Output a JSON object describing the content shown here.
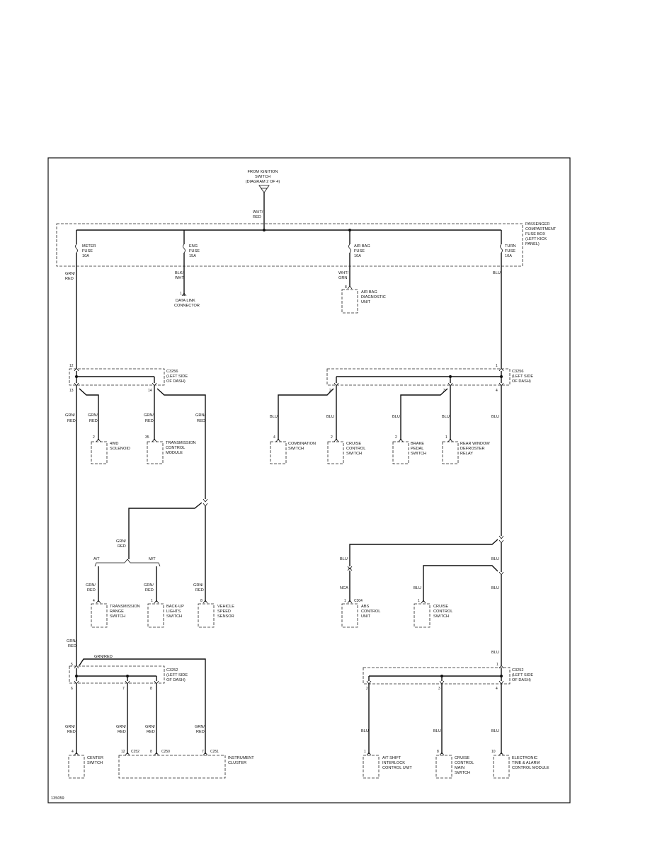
{
  "diagram_id": "135059",
  "source": {
    "line1": "FROM IGNITION",
    "line2": "SWITCH",
    "line3": "(DIAGRAM 2 OF 4)"
  },
  "source_wire": {
    "line1": "WHT/",
    "line2": "RED"
  },
  "fuse_box": {
    "line1": "PASSENGER",
    "line2": "COMPARTMENT",
    "line3": "FUSE BOX",
    "line4": "(LEFT KICK",
    "line5": "PANEL)"
  },
  "fuses": [
    {
      "line1": "METER",
      "line2": "FUSE",
      "line3": "10A",
      "wire1": "GRN/",
      "wire2": "RED"
    },
    {
      "line1": "ENG",
      "line2": "FUSE",
      "line3": "15A",
      "wire1": "BLK/",
      "wire2": "WHT"
    },
    {
      "line1": "AIR BAG",
      "line2": "FUSE",
      "line3": "10A",
      "wire1": "WHT/",
      "wire2": "GRN"
    },
    {
      "line1": "TURN",
      "line2": "FUSE",
      "line3": "10A",
      "wire1": "BLU",
      "wire2": ""
    }
  ],
  "connectors": {
    "c_left_top": {
      "name": "C3256",
      "line2": "(LEFT SIDE",
      "line3": "OF DASH)",
      "pin_in": "12",
      "pin_a": "13",
      "pin_b": "14"
    },
    "c_right_top": {
      "name": "C3256",
      "line2": "(LEFT SIDE",
      "line3": "OF DASH)",
      "pin_in": "1",
      "pin_a": "2",
      "pin_b": "3",
      "pin_c": "4"
    },
    "c_left_bottom": {
      "name": "C3252",
      "line2": "(LEFT SIDE",
      "line3": "OF DASH)",
      "pin_in": "5",
      "pin_a": "6",
      "pin_b": "7",
      "pin_c": "8"
    },
    "c_right_bottom": {
      "name": "C3252",
      "line2": "(LEFT SIDE",
      "line3": "OF DASH)",
      "pin_in": "1",
      "pin_a": "2",
      "pin_b": "3",
      "pin_c": "4"
    }
  },
  "components": {
    "data_link": {
      "pin": "1",
      "line1": "DATA LINK",
      "line2": "CONNECTOR"
    },
    "airbag_unit": {
      "pin": "8",
      "line1": "AIR BAG",
      "line2": "DIAGNOSTIC",
      "line3": "UNIT"
    },
    "solenoid_4wd": {
      "pin": "2",
      "line1": "4WD",
      "line2": "SOLENOID"
    },
    "tcm": {
      "pin": "35",
      "line1": "TRANSMISSION",
      "line2": "CONTROL",
      "line3": "MODULE"
    },
    "combination": {
      "pin": "4",
      "line1": "COMBINATION",
      "line2": "SWITCH"
    },
    "cruise_switch": {
      "pin": "2",
      "line1": "CRUISE",
      "line2": "CONTROL",
      "line3": "SWITCH"
    },
    "brake_pedal": {
      "pin": "2",
      "line1": "BRAKE",
      "line2": "PEDAL",
      "line3": "SWITCH"
    },
    "rear_defrost": {
      "pin": "1",
      "line1": "REAR WINDOW",
      "line2": "DEFROSTER",
      "line3": "RELAY"
    },
    "trans_range": {
      "pin": "4",
      "line1": "TRANSMISSION",
      "line2": "RANGE",
      "line3": "SWITCH"
    },
    "backup_light": {
      "pin": "1",
      "line1": "BACK-UP",
      "line2": "LIGHTS",
      "line3": "SWITCH"
    },
    "vss": {
      "pin": "8",
      "line1": "VEHICLE",
      "line2": "SPEED",
      "line3": "SENSOR"
    },
    "abs": {
      "pin": "1",
      "conn": "C304",
      "line1": "ABS",
      "line2": "CONTROL",
      "line3": "UNIT"
    },
    "cruise_switch2": {
      "pin": "1",
      "line1": "CRUISE",
      "line2": "CONTROL",
      "line3": "SWITCH"
    },
    "center_switch": {
      "pin": "4",
      "line1": "CENTER",
      "line2": "SWITCH"
    },
    "cluster": {
      "pin1": "12",
      "conn1": "C252",
      "pin2": "8",
      "conn2": "C250",
      "pin3": "7",
      "conn3": "C251",
      "line1": "INSTRUMENT",
      "line2": "CLUSTER"
    },
    "at_shift": {
      "pin": "1",
      "line1": "A/T SHIFT",
      "line2": "INTERLOCK",
      "line3": "CONTROL UNIT"
    },
    "cruise_main": {
      "pin": "8",
      "line1": "CRUISE",
      "line2": "CONTROL",
      "line3": "MAIN",
      "line4": "SWITCH"
    },
    "etacm": {
      "pin": "10",
      "line1": "ELECTRONIC",
      "line2": "TIME & ALARM",
      "line3": "CONTROL MODULE"
    }
  },
  "wire_labels": {
    "grn": "GRN/",
    "red": "RED",
    "blu": "BLU",
    "nca": "NCA",
    "grn_red": "GRN/RED",
    "at": "A/T",
    "mt": "M/T"
  }
}
